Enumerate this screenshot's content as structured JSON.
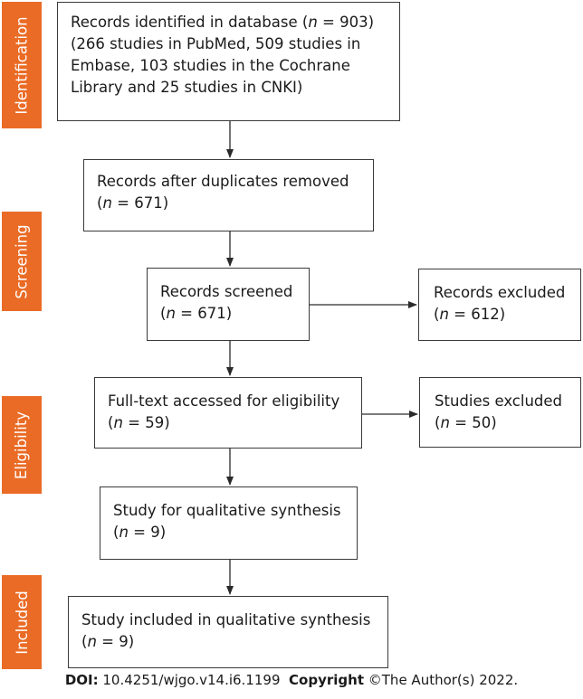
{
  "stages": {
    "identification": "Identification",
    "screening": "Screening",
    "eligibility": "Eligibility",
    "included": "Included"
  },
  "boxes": {
    "identified": {
      "line1_prefix": "Records identified in database (",
      "n": "n",
      "line1_suffix": " = 903)",
      "line2": " (266 studies in PubMed, 509 studies in",
      "line3": "Embase, 103 studies in the Cochrane",
      "line4": "Library and 25 studies in CNKI)"
    },
    "duplicates_removed": {
      "line1": "Records after duplicates removed",
      "n": "n",
      "value": " = 671)"
    },
    "screened": {
      "line1": "Records screened",
      "n": "n",
      "value": " = 671)"
    },
    "excluded_records": {
      "line1": "Records excluded",
      "n": "n",
      "value": " = 612)"
    },
    "fulltext": {
      "line1": "Full-text accessed for eligibility",
      "n": "n",
      "value": " = 59)"
    },
    "excluded_studies": {
      "line1": "Studies excluded",
      "n": "n",
      "value": " = 50)"
    },
    "qualitative": {
      "line1": "Study for qualitative synthesis",
      "n": "n",
      "value": " = 9)"
    },
    "included": {
      "line1": "Study included in qualitative synthesis",
      "n": "n",
      "value": " = 9)"
    }
  },
  "footer": {
    "doi_label": "DOI:",
    "doi_value": " 10.4251/wjgo.v14.i6.1199",
    "copyright_label": "Copyright",
    "copyright_value": " ©The Author(s) 2022."
  },
  "colors": {
    "tab": "#ea6b25",
    "border": "#3a3a3a",
    "arrow": "#2a2a2a"
  }
}
